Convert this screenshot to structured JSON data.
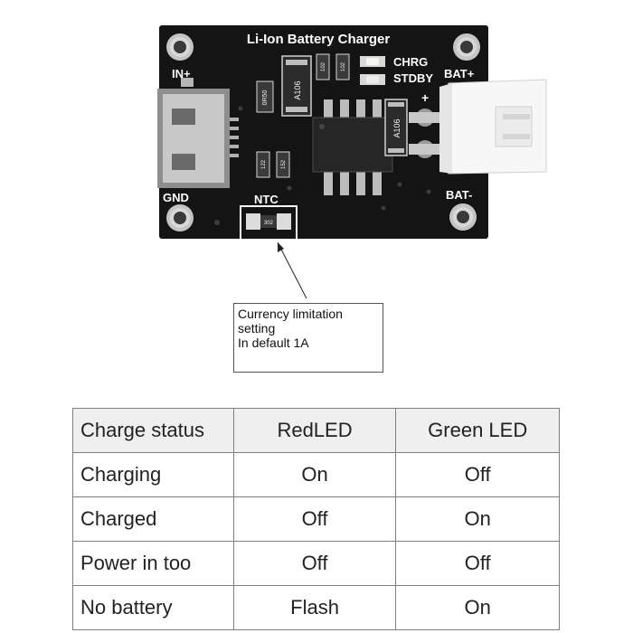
{
  "board": {
    "title": "Li-Ion Battery Charger",
    "labels": {
      "in_plus": "IN+",
      "gnd": "GND",
      "ntc": "NTC",
      "chrg": "CHRG",
      "stdby": "STDBY",
      "bat_plus": "BAT+",
      "bat_minus": "BAT-",
      "plus_sign": "+"
    },
    "component_marks": {
      "diode_left": "A106",
      "diode_right": "A106",
      "resistor_sense": "0R50",
      "resistor_r1": "122",
      "resistor_r2": "152",
      "led_res_1": "102",
      "led_res_2": "102",
      "prog_res": "302"
    },
    "colors": {
      "pcb": "#141414",
      "silkscreen": "#ffffff",
      "pad": "#c9c9c9",
      "connector": "#f7f7f7"
    }
  },
  "callout": {
    "lines": [
      "Currency limitation",
      "setting",
      "In default 1A"
    ]
  },
  "status_table": {
    "headers": [
      "Charge status",
      "RedLED",
      "Green LED"
    ],
    "rows": [
      [
        "Charging",
        "On",
        "Off"
      ],
      [
        "Charged",
        "Off",
        "On"
      ],
      [
        "Power in too",
        "Off",
        "Off"
      ],
      [
        "No battery",
        "Flash",
        "On"
      ]
    ]
  }
}
